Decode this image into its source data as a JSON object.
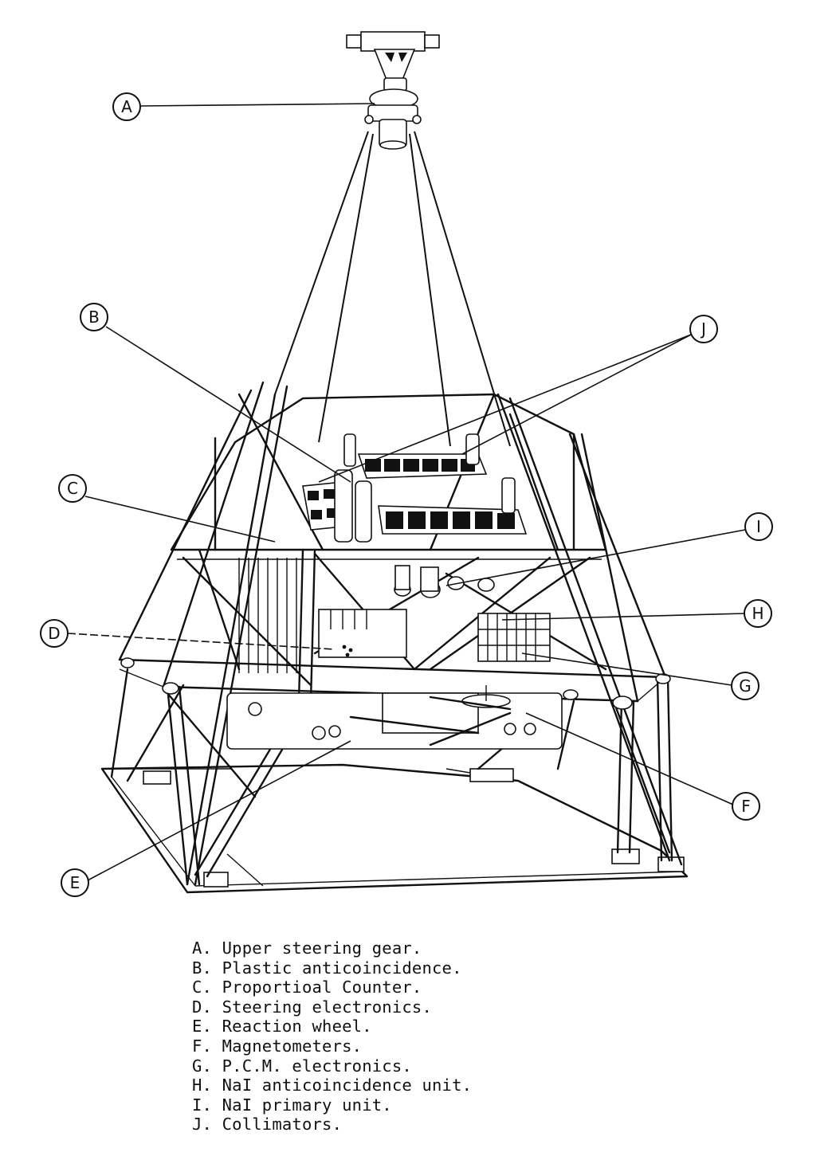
{
  "callouts": [
    {
      "id": "A",
      "letter": "A"
    },
    {
      "id": "B",
      "letter": "B"
    },
    {
      "id": "C",
      "letter": "C"
    },
    {
      "id": "D",
      "letter": "D"
    },
    {
      "id": "E",
      "letter": "E"
    },
    {
      "id": "F",
      "letter": "F"
    },
    {
      "id": "G",
      "letter": "G"
    },
    {
      "id": "H",
      "letter": "H"
    },
    {
      "id": "I",
      "letter": "I"
    },
    {
      "id": "J",
      "letter": "J"
    }
  ],
  "legend": [
    {
      "key": "A",
      "text": "A. Upper steering gear."
    },
    {
      "key": "B",
      "text": "B. Plastic anticoincidence."
    },
    {
      "key": "C",
      "text": "C. Proportioal Counter."
    },
    {
      "key": "D",
      "text": "D. Steering electronics."
    },
    {
      "key": "E",
      "text": "E. Reaction wheel."
    },
    {
      "key": "F",
      "text": "F. Magnetometers."
    },
    {
      "key": "G",
      "text": "G. P.C.M. electronics."
    },
    {
      "key": "H",
      "text": "H. NaI anticoincidence unit."
    },
    {
      "key": "I",
      "text": "I. NaI primary unit."
    },
    {
      "key": "J",
      "text": "J. Collimators."
    }
  ]
}
